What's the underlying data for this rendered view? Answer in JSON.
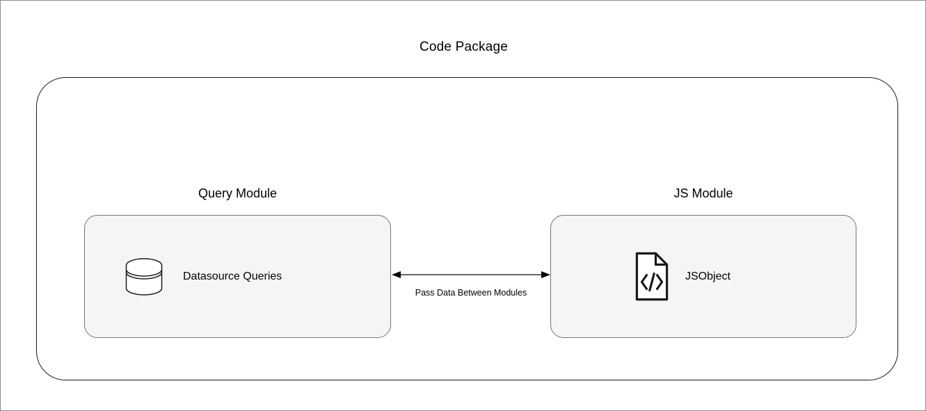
{
  "diagram": {
    "title": "Code Package",
    "type": "block-diagram",
    "colors": {
      "canvas_background": "#ffffff",
      "canvas_border": "#8c8c8c",
      "container_border": "#1a1a1a",
      "module_fill": "#f5f5f5",
      "module_border": "#757575",
      "text": "#000000",
      "arrow": "#333333",
      "icon_stroke": "#1a1a1a"
    }
  },
  "modules": [
    {
      "id": "query-module",
      "title": "Query Module",
      "node": {
        "label": "Datasource Queries",
        "icon": "database-icon"
      }
    },
    {
      "id": "js-module",
      "title": "JS Module",
      "node": {
        "label": "JSObject",
        "icon": "code-file-icon"
      }
    }
  ],
  "connector": {
    "label": "Pass Data Between Modules",
    "direction": "bidirectional",
    "from": "query-module",
    "to": "js-module"
  }
}
